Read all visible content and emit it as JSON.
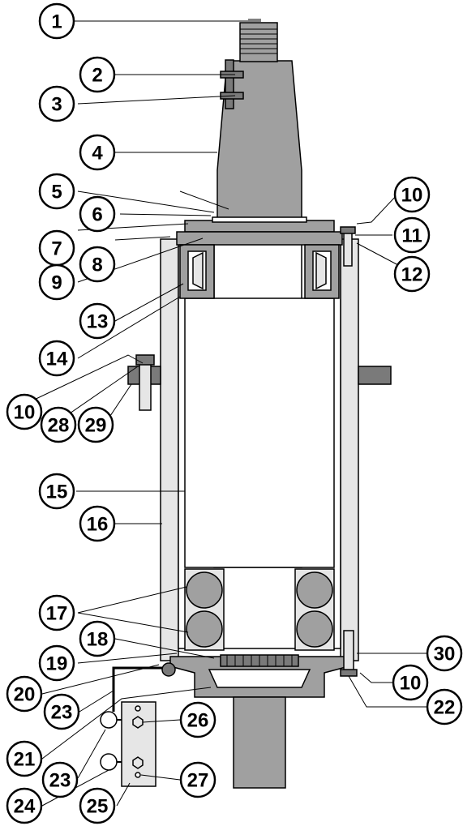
{
  "colors": {
    "part_fill": "#a0a0a0",
    "dark_fill": "#7a7a7a",
    "light_fill": "#e6e6e6",
    "outline": "#000000",
    "background": "#ffffff"
  },
  "callouts": [
    {
      "id": "c1",
      "label": "1"
    },
    {
      "id": "c2",
      "label": "2"
    },
    {
      "id": "c3",
      "label": "3"
    },
    {
      "id": "c4",
      "label": "4"
    },
    {
      "id": "c5",
      "label": "5"
    },
    {
      "id": "c6",
      "label": "6"
    },
    {
      "id": "c7",
      "label": "7"
    },
    {
      "id": "c8",
      "label": "8"
    },
    {
      "id": "c9",
      "label": "9"
    },
    {
      "id": "c10a",
      "label": "10"
    },
    {
      "id": "c11",
      "label": "11"
    },
    {
      "id": "c12",
      "label": "12"
    },
    {
      "id": "c13",
      "label": "13"
    },
    {
      "id": "c14",
      "label": "14"
    },
    {
      "id": "c10b",
      "label": "10"
    },
    {
      "id": "c28",
      "label": "28"
    },
    {
      "id": "c29",
      "label": "29"
    },
    {
      "id": "c15",
      "label": "15"
    },
    {
      "id": "c16",
      "label": "16"
    },
    {
      "id": "c17",
      "label": "17"
    },
    {
      "id": "c18",
      "label": "18"
    },
    {
      "id": "c19",
      "label": "19"
    },
    {
      "id": "c20",
      "label": "20"
    },
    {
      "id": "c23a",
      "label": "23"
    },
    {
      "id": "c21",
      "label": "21"
    },
    {
      "id": "c23b",
      "label": "23"
    },
    {
      "id": "c24",
      "label": "24"
    },
    {
      "id": "c25",
      "label": "25"
    },
    {
      "id": "c26",
      "label": "26"
    },
    {
      "id": "c27",
      "label": "27"
    },
    {
      "id": "c30",
      "label": "30"
    },
    {
      "id": "c10c",
      "label": "10"
    },
    {
      "id": "c22",
      "label": "22"
    }
  ]
}
